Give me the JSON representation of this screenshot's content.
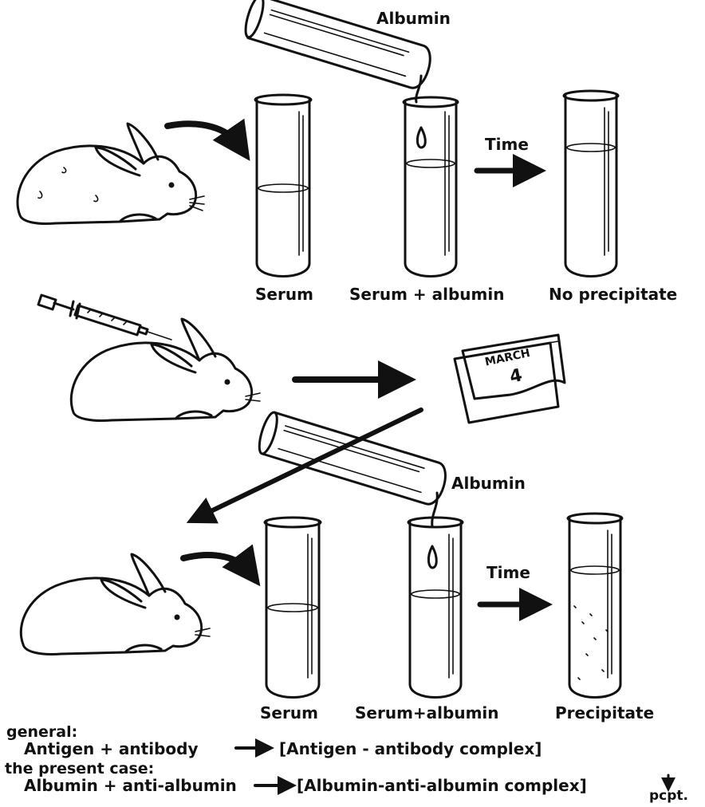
{
  "top": {
    "albumin_label": "Albumin",
    "time_label": "Time",
    "tube_labels": [
      "Serum",
      "Serum + albumin",
      "No precipitate"
    ]
  },
  "middle": {
    "calendar_month": "MARCH",
    "calendar_day": "4"
  },
  "bottom": {
    "albumin_label": "Albumin",
    "time_label": "Time",
    "tube_labels": [
      "Serum",
      "Serum+albumin",
      "Precipitate"
    ]
  },
  "equations": {
    "general_label": "general:",
    "general_left": "Antigen + antibody",
    "general_right": "[Antigen - antibody complex]",
    "case_label": "the present case:",
    "case_left": "Albumin + anti-albumin",
    "case_right": "[Albumin-anti-albumin complex]",
    "pcpt": "pcpt."
  }
}
